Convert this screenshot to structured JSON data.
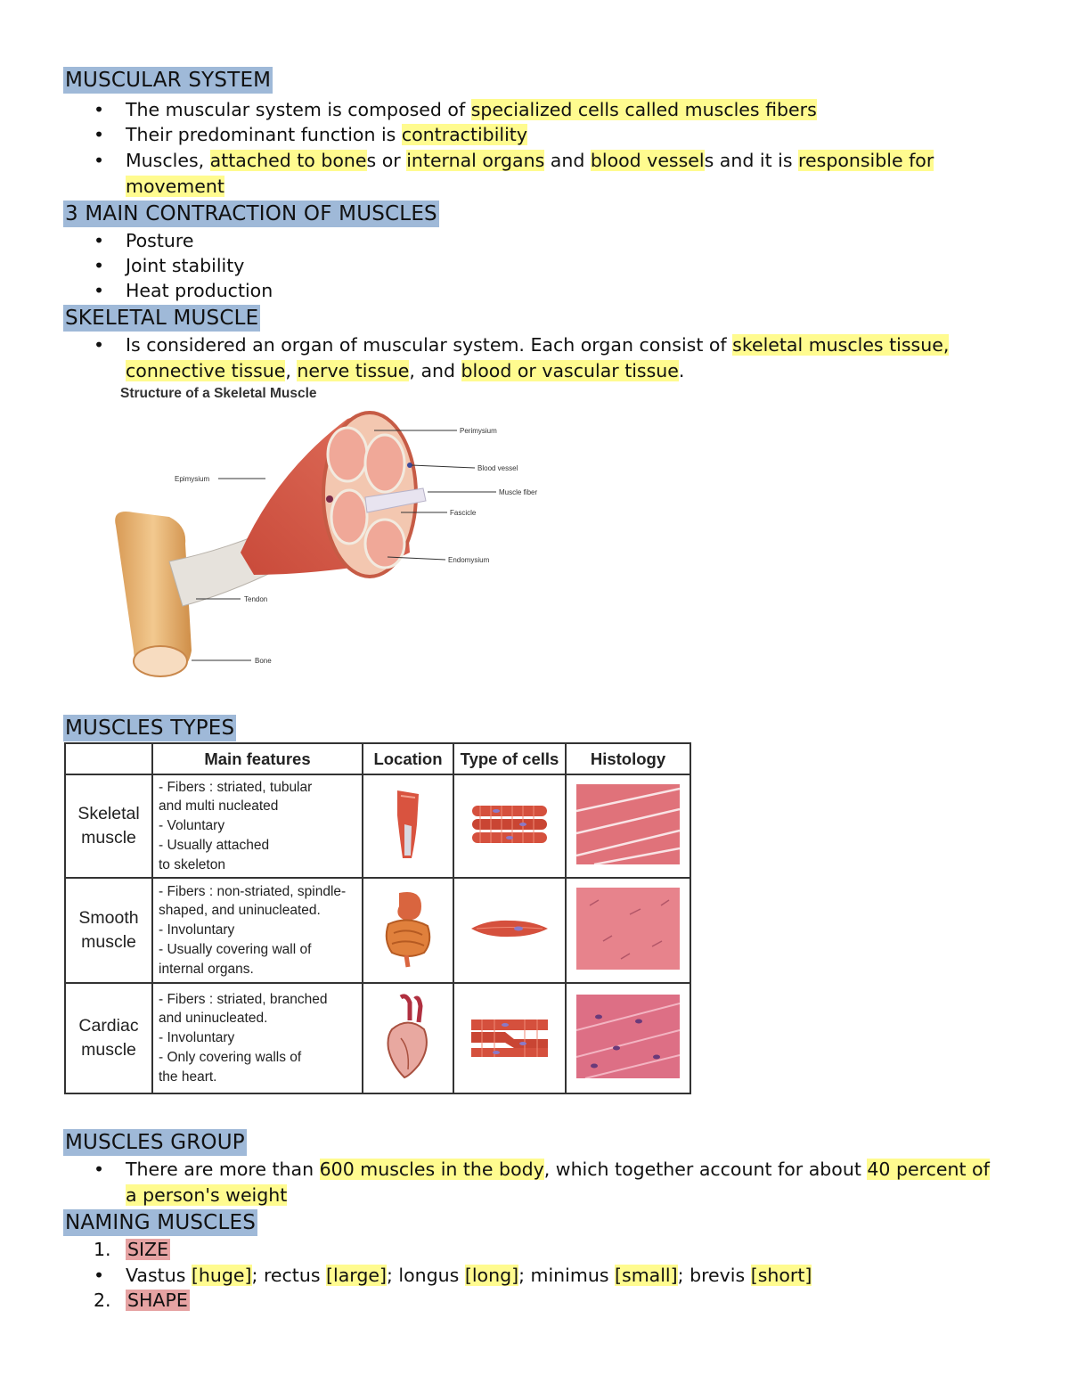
{
  "sections": {
    "muscular_system": {
      "title": "MUSCULAR SYSTEM",
      "b1": {
        "a": "The muscular system is composed of ",
        "b": "specialized cells called muscles fibers"
      },
      "b2": {
        "a": "Their predominant function is ",
        "b": "contractibility"
      },
      "b3": {
        "a": "Muscles, ",
        "b": "attached to bone",
        "c": "s or ",
        "d": "internal organs",
        "e": " and ",
        "f": "blood vessel",
        "g": "s and it is ",
        "h": "responsible for movement"
      }
    },
    "contraction": {
      "title": "3 MAIN CONTRACTION OF MUSCLES",
      "items": [
        "Posture",
        "Joint stability",
        "Heat production"
      ]
    },
    "skeletal": {
      "title": "SKELETAL MUSCLE",
      "b1": {
        "a": "Is considered an organ of muscular system. Each organ consist of ",
        "b": "skeletal muscles tissue, connective tissue",
        "c": ", ",
        "d": "nerve tissue",
        "e": ", and ",
        "f": "blood or vascular tissue",
        "g": "."
      }
    },
    "figure": {
      "title": "Structure of a Skeletal Muscle",
      "labels": {
        "perimysium": "Perimysium",
        "blood_vessel": "Blood vessel",
        "muscle_fiber": "Muscle fiber",
        "fascicle": "Fascicle",
        "endomysium": "Endomysium",
        "epimysium": "Epimysium",
        "tendon": "Tendon",
        "bone": "Bone"
      }
    },
    "types": {
      "title": "MUSCLES TYPES",
      "headers": [
        "",
        "Main features",
        "Location",
        "Type of cells",
        "Histology"
      ],
      "rows": [
        {
          "name1": "Skeletal",
          "name2": "muscle",
          "features": [
            "- Fibers : striated, tubular",
            "and multi nucleated",
            "- Voluntary",
            "- Usually attached",
            "to skeleton"
          ]
        },
        {
          "name1": "Smooth",
          "name2": "muscle",
          "features": [
            "- Fibers : non-striated, spindle-",
            "shaped, and uninucleated.",
            "- Involuntary",
            "- Usually covering wall of",
            "internal organs."
          ]
        },
        {
          "name1": "Cardiac",
          "name2": "muscle",
          "features": [
            "- Fibers : striated, branched",
            " and uninucleated.",
            "- Involuntary",
            "- Only covering walls of",
            "the heart."
          ]
        }
      ]
    },
    "group": {
      "title": "MUSCLES GROUP",
      "b1": {
        "a": "There are more than ",
        "b": "600 muscles in the body",
        "c": ", which together account for about ",
        "d": "40 percent of a person's weight"
      }
    },
    "naming": {
      "title": "NAMING MUSCLES",
      "n1": {
        "num": "1.",
        "label": "SIZE"
      },
      "size_line": {
        "a": "Vastus ",
        "b": "[huge]",
        "c": "; rectus ",
        "d": "[large]",
        "e": "; longus ",
        "f": "[long]",
        "g": "; minimus ",
        "h": "[small]",
        "i": "; brevis ",
        "j": "[short]"
      },
      "n2": {
        "num": "2.",
        "label": "SHAPE"
      }
    }
  },
  "colors": {
    "heading_bg": "#9fb9d8",
    "highlight": "#fffb8f",
    "highlight_red": "#e6a3a3"
  }
}
